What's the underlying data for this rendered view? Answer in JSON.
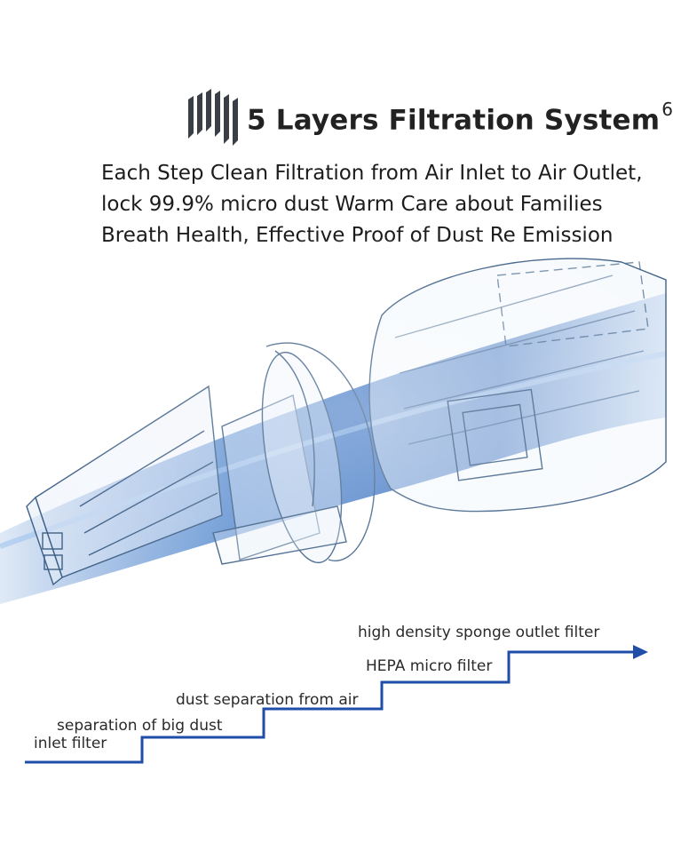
{
  "header": {
    "title": "5 Layers Filtration System",
    "title_superscript": "6",
    "description_lines": [
      "Each Step Clean Filtration from Air Inlet to Air Outlet,",
      "lock 99.9% micro dust Warm Care about Families",
      "Breath Health, Effective Proof of Dust Re Emission"
    ]
  },
  "steps": [
    {
      "label": "inlet filter"
    },
    {
      "label": "separation of big dust"
    },
    {
      "label": "dust separation from air"
    },
    {
      "label": "HEPA micro filter"
    },
    {
      "label": "high density sponge outlet filter"
    }
  ],
  "colors": {
    "accent_blue": "#1f4ea8",
    "airflow_blue": "#2f6fc4",
    "text": "#1c1c1c"
  },
  "icons": {
    "filter_layers": "filter-layers-icon",
    "arrow": "arrow-right-icon"
  }
}
